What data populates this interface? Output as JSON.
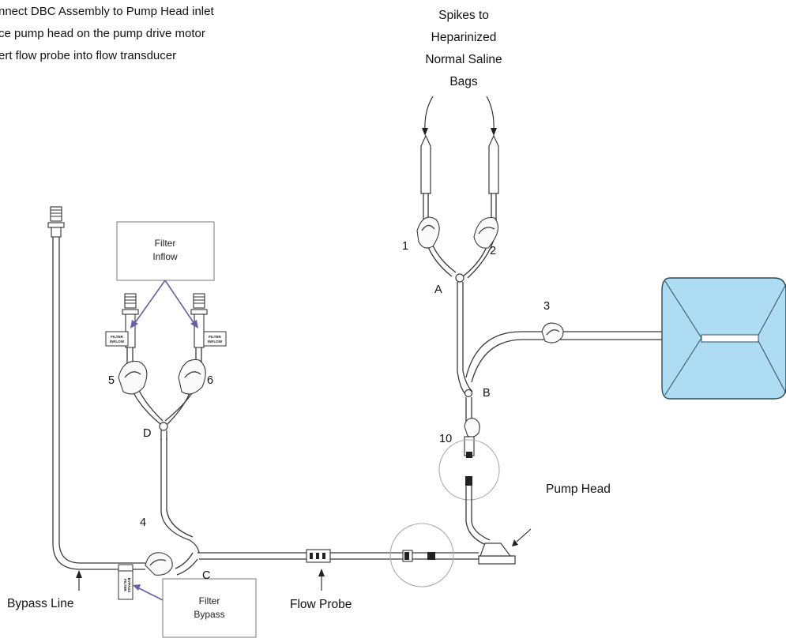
{
  "instructions": [
    "nnect DBC Assembly to Pump Head inlet",
    "ce pump head on the pump drive motor",
    "ert flow probe into flow transducer"
  ],
  "spikes_label": [
    "Spikes to",
    "Heparinized",
    "Normal Saline",
    "Bags"
  ],
  "filter_inflow": {
    "line1": "Filter",
    "line2": "Inflow"
  },
  "filter_bypass": {
    "line1": "Filter",
    "line2": "Bypass"
  },
  "filter_tags": {
    "line1": "FILTER",
    "line2_inflow": "INFLOW",
    "line2_bypass": "BYPASS"
  },
  "clamp_numbers": [
    "1",
    "2",
    "3",
    "4",
    "5",
    "6",
    "10"
  ],
  "junction_letters": [
    "A",
    "B",
    "C",
    "D"
  ],
  "labels": {
    "pump_head": "Pump Head",
    "bypass_line": "Bypass Line",
    "flow_probe": "Flow Probe"
  },
  "colors": {
    "bag_fill": "#aedcf2",
    "bag_stroke": "#2b4d61",
    "connector_accent": "#6a5ea8"
  }
}
